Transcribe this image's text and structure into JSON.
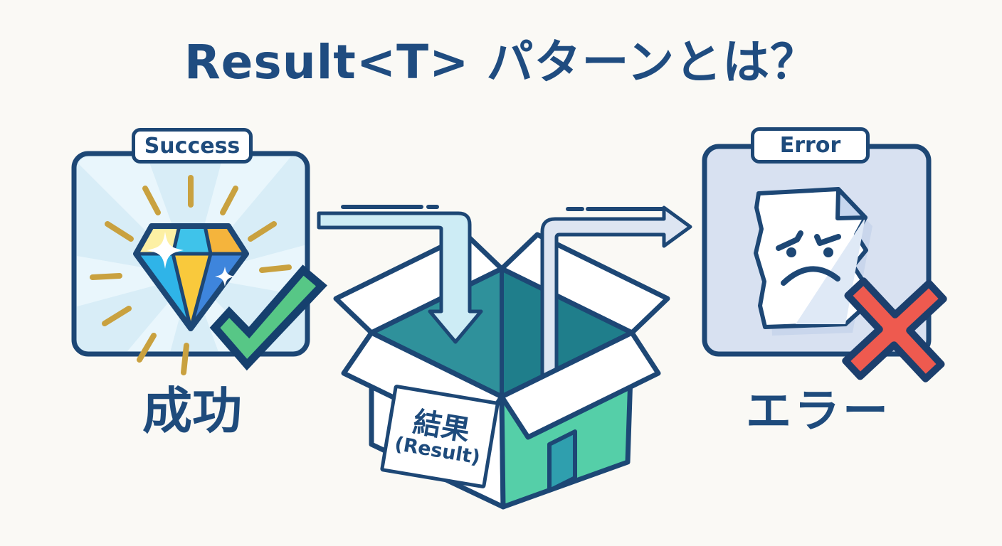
{
  "title": "Result<T> パターンとは？",
  "success_panel": {
    "badge": "Success",
    "caption": "成功",
    "icons": [
      "gem-icon",
      "sparkle-icon",
      "checkmark-icon",
      "sunburst-rays"
    ]
  },
  "result_box": {
    "label_jp": "結果",
    "label_en": "(Result)",
    "icons": [
      "open-box-icon",
      "arrow-into-box-icon",
      "arrow-out-of-box-icon"
    ]
  },
  "error_panel": {
    "badge": "Error",
    "caption": "エラー",
    "icons": [
      "sad-document-icon",
      "x-mark-icon"
    ]
  },
  "colors": {
    "background": "#faf9f5",
    "navy_outline": "#1d4775",
    "text_navy": "#1e4b7c",
    "success_card_fill": "#d8edf7",
    "success_ray_fill": "#e9f6fc",
    "gold_dash": "#c9a13f",
    "gem_pale_yellow": "#fdf0a4",
    "gem_cyan": "#3fc3ea",
    "gem_orange": "#f5b43c",
    "gem_yellow": "#f9c93c",
    "gem_blue_light": "#2fb4e8",
    "gem_blue": "#3e85dc",
    "check_green": "#57c786",
    "box_interior_left": "#2f919b",
    "box_interior_right": "#1f7e8b",
    "box_mint_face": "#55cfa8",
    "box_door": "#2f9fae",
    "arrow_success_fill": "#cdecf5",
    "arrow_error_fill": "#dde5f2",
    "error_card_fill": "#d8e1f1",
    "paper_fold": "#c6d6ee",
    "paper_shadow": "#c9d6ec",
    "x_red": "#ee5a4f"
  }
}
